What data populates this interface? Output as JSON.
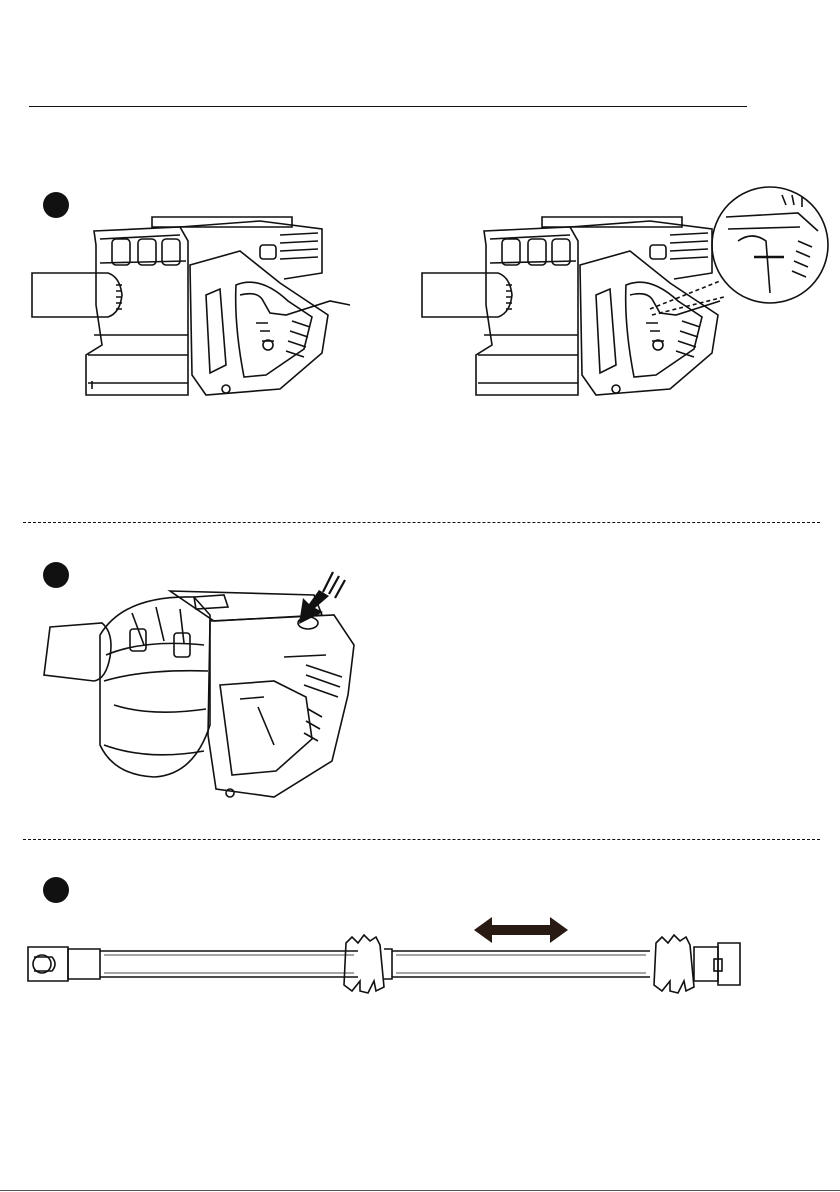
{
  "steps": [
    {
      "id": 1,
      "illustration": "trigger-lock-illustration",
      "detail": "trigger-lock-zoom-detail"
    },
    {
      "id": 2,
      "illustration": "release-button-illustration",
      "indicator": "press-arrow-icon"
    },
    {
      "id": 3,
      "illustration": "extension-tube-illustration",
      "indicator": "double-arrow-icon"
    }
  ],
  "colors": {
    "ink": "#111111",
    "arrow": "#2a1a14",
    "paper": "#ffffff"
  }
}
